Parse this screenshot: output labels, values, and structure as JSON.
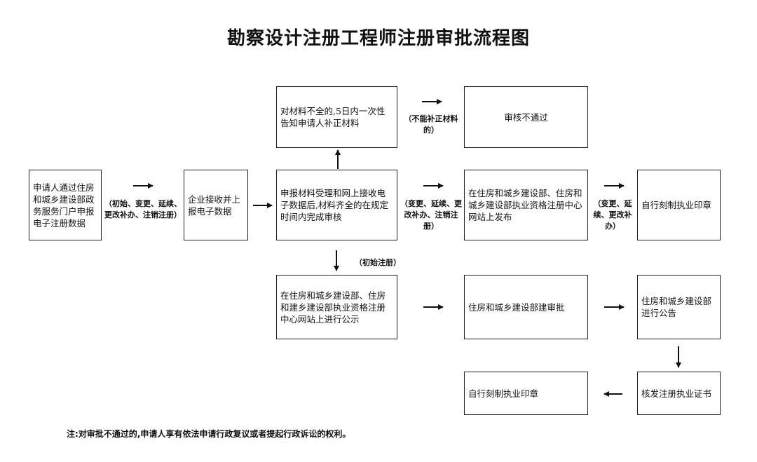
{
  "title": "勘察设计注册工程师注册审批流程图",
  "boxes": {
    "applicant_submit": "申请人通过住房和城乡建设部政务服务门户申报电子注册数据",
    "enterprise_receive": "企业接收并上报电子数据",
    "accept_review": "申报材料受理和网上接收电子数据后,材料齐全的在规定时间内完成审核",
    "incomplete_notice": "对材料不全的,5日内一次性告知申请人补正材料",
    "review_failed": "审核不通过",
    "publish_website": "在住房和城乡建设部、住房和城乡建设部执业资格注册中心网站上发布",
    "self_seal_top": "自行刻制执业印章",
    "public_notice": "在住房和城乡建设部、住房和建乡建设部执业资格注册中心网站上进行公示",
    "ministry_approval": "住房和城乡建设部建审批",
    "ministry_announcement": "住房和城乡建设部进行公告",
    "issue_certificate": "核发注册执业证书",
    "self_seal_bottom": "自行刻制执业印章"
  },
  "notes": {
    "note1": "（初始、变更、延续、更改补办、注销注册）",
    "note2": "（不能补正材料的）",
    "note3": "（变更、延续、更改补办、注销注册）",
    "note4": "（变更、延续、更改补办）",
    "note5": "（初始注册）"
  },
  "footer": "注:对审批不通过的,申请人享有依法申请行政复议或者提起行政诉讼的权利。"
}
